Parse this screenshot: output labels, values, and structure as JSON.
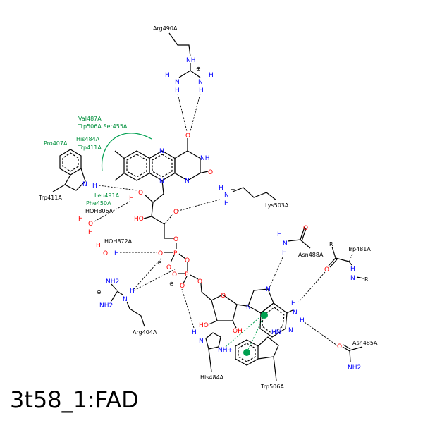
{
  "title": "3t58_1:FAD",
  "residues": {
    "arg490": "Arg490A",
    "lys503": "Lys503A",
    "trp411": "Trp411A",
    "hoh806": "HOH806A",
    "hoh872": "HOH872A",
    "arg404": "Arg404A",
    "his484": "His484A",
    "trp506": "Trp506A",
    "asn488": "Asn488A",
    "trp481": "Trp481A",
    "asn485": "Asn485A"
  },
  "hydrophobic": {
    "line1": "Val487A",
    "line2": "Trp506A Ser455A",
    "line3": "His484A",
    "line4": "Trp411A",
    "line5": "Pro407A",
    "line6": "Leu491A",
    "line7": "Phe450A"
  },
  "atoms": {
    "N": "N",
    "H": "H",
    "O": "O",
    "NH": "NH",
    "HO": "HO",
    "OH": "OH",
    "P": "P",
    "R": "R",
    "NH2": "NH2",
    "HN": "HN",
    "NHplus": "NH+",
    "plus": "⊕",
    "minus": "⊖"
  },
  "colors": {
    "nitrogen": "#0000ff",
    "oxygen": "#ff0000",
    "hydrophobic": "#00903c"
  }
}
